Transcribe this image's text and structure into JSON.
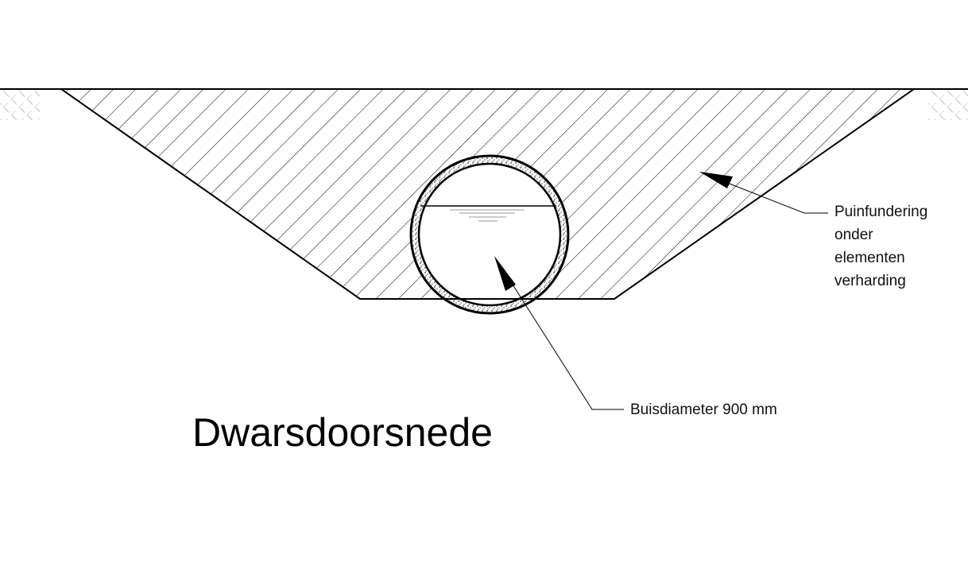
{
  "title": "Dwarsdoorsnede",
  "labels": {
    "foundation": [
      "Puinfundering",
      "onder",
      "elementen",
      "verharding"
    ],
    "pipe": "Buisdiameter 900 mm"
  },
  "colors": {
    "line": "#000000",
    "soil_hatch": "#c8c8c8"
  }
}
